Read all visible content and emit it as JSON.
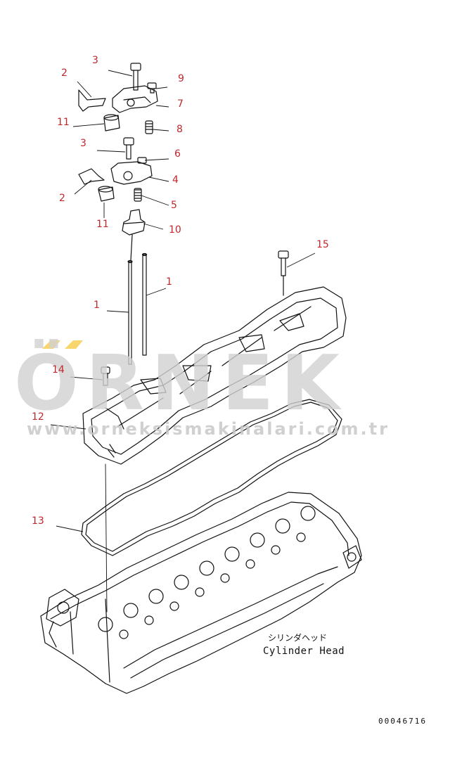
{
  "callouts": [
    {
      "id": "c3a",
      "text": "3"
    },
    {
      "id": "c2a",
      "text": "2"
    },
    {
      "id": "c9",
      "text": "9"
    },
    {
      "id": "c7",
      "text": "7"
    },
    {
      "id": "c11a",
      "text": "11"
    },
    {
      "id": "c8",
      "text": "8"
    },
    {
      "id": "c3b",
      "text": "3"
    },
    {
      "id": "c6",
      "text": "6"
    },
    {
      "id": "c4",
      "text": "4"
    },
    {
      "id": "c2b",
      "text": "2"
    },
    {
      "id": "c5",
      "text": "5"
    },
    {
      "id": "c11b",
      "text": "11"
    },
    {
      "id": "c10",
      "text": "10"
    },
    {
      "id": "c15",
      "text": "15"
    },
    {
      "id": "c1a",
      "text": "1"
    },
    {
      "id": "c1b",
      "text": "1"
    },
    {
      "id": "c14",
      "text": "14"
    },
    {
      "id": "c12",
      "text": "12"
    },
    {
      "id": "c13",
      "text": "13"
    }
  ],
  "watermark": {
    "brand": "ÖRNEK",
    "url": "www.orneksismakinalari.com.tr"
  },
  "cylinder_head_label": {
    "japanese": "シリンダヘッド",
    "english": "Cylinder Head"
  },
  "drawing_code": "00046716",
  "colors": {
    "callout": "#c1272d",
    "line": "#111111",
    "watermark_gray": "#d2d2d2",
    "watermark_accent": "#f3c530"
  }
}
